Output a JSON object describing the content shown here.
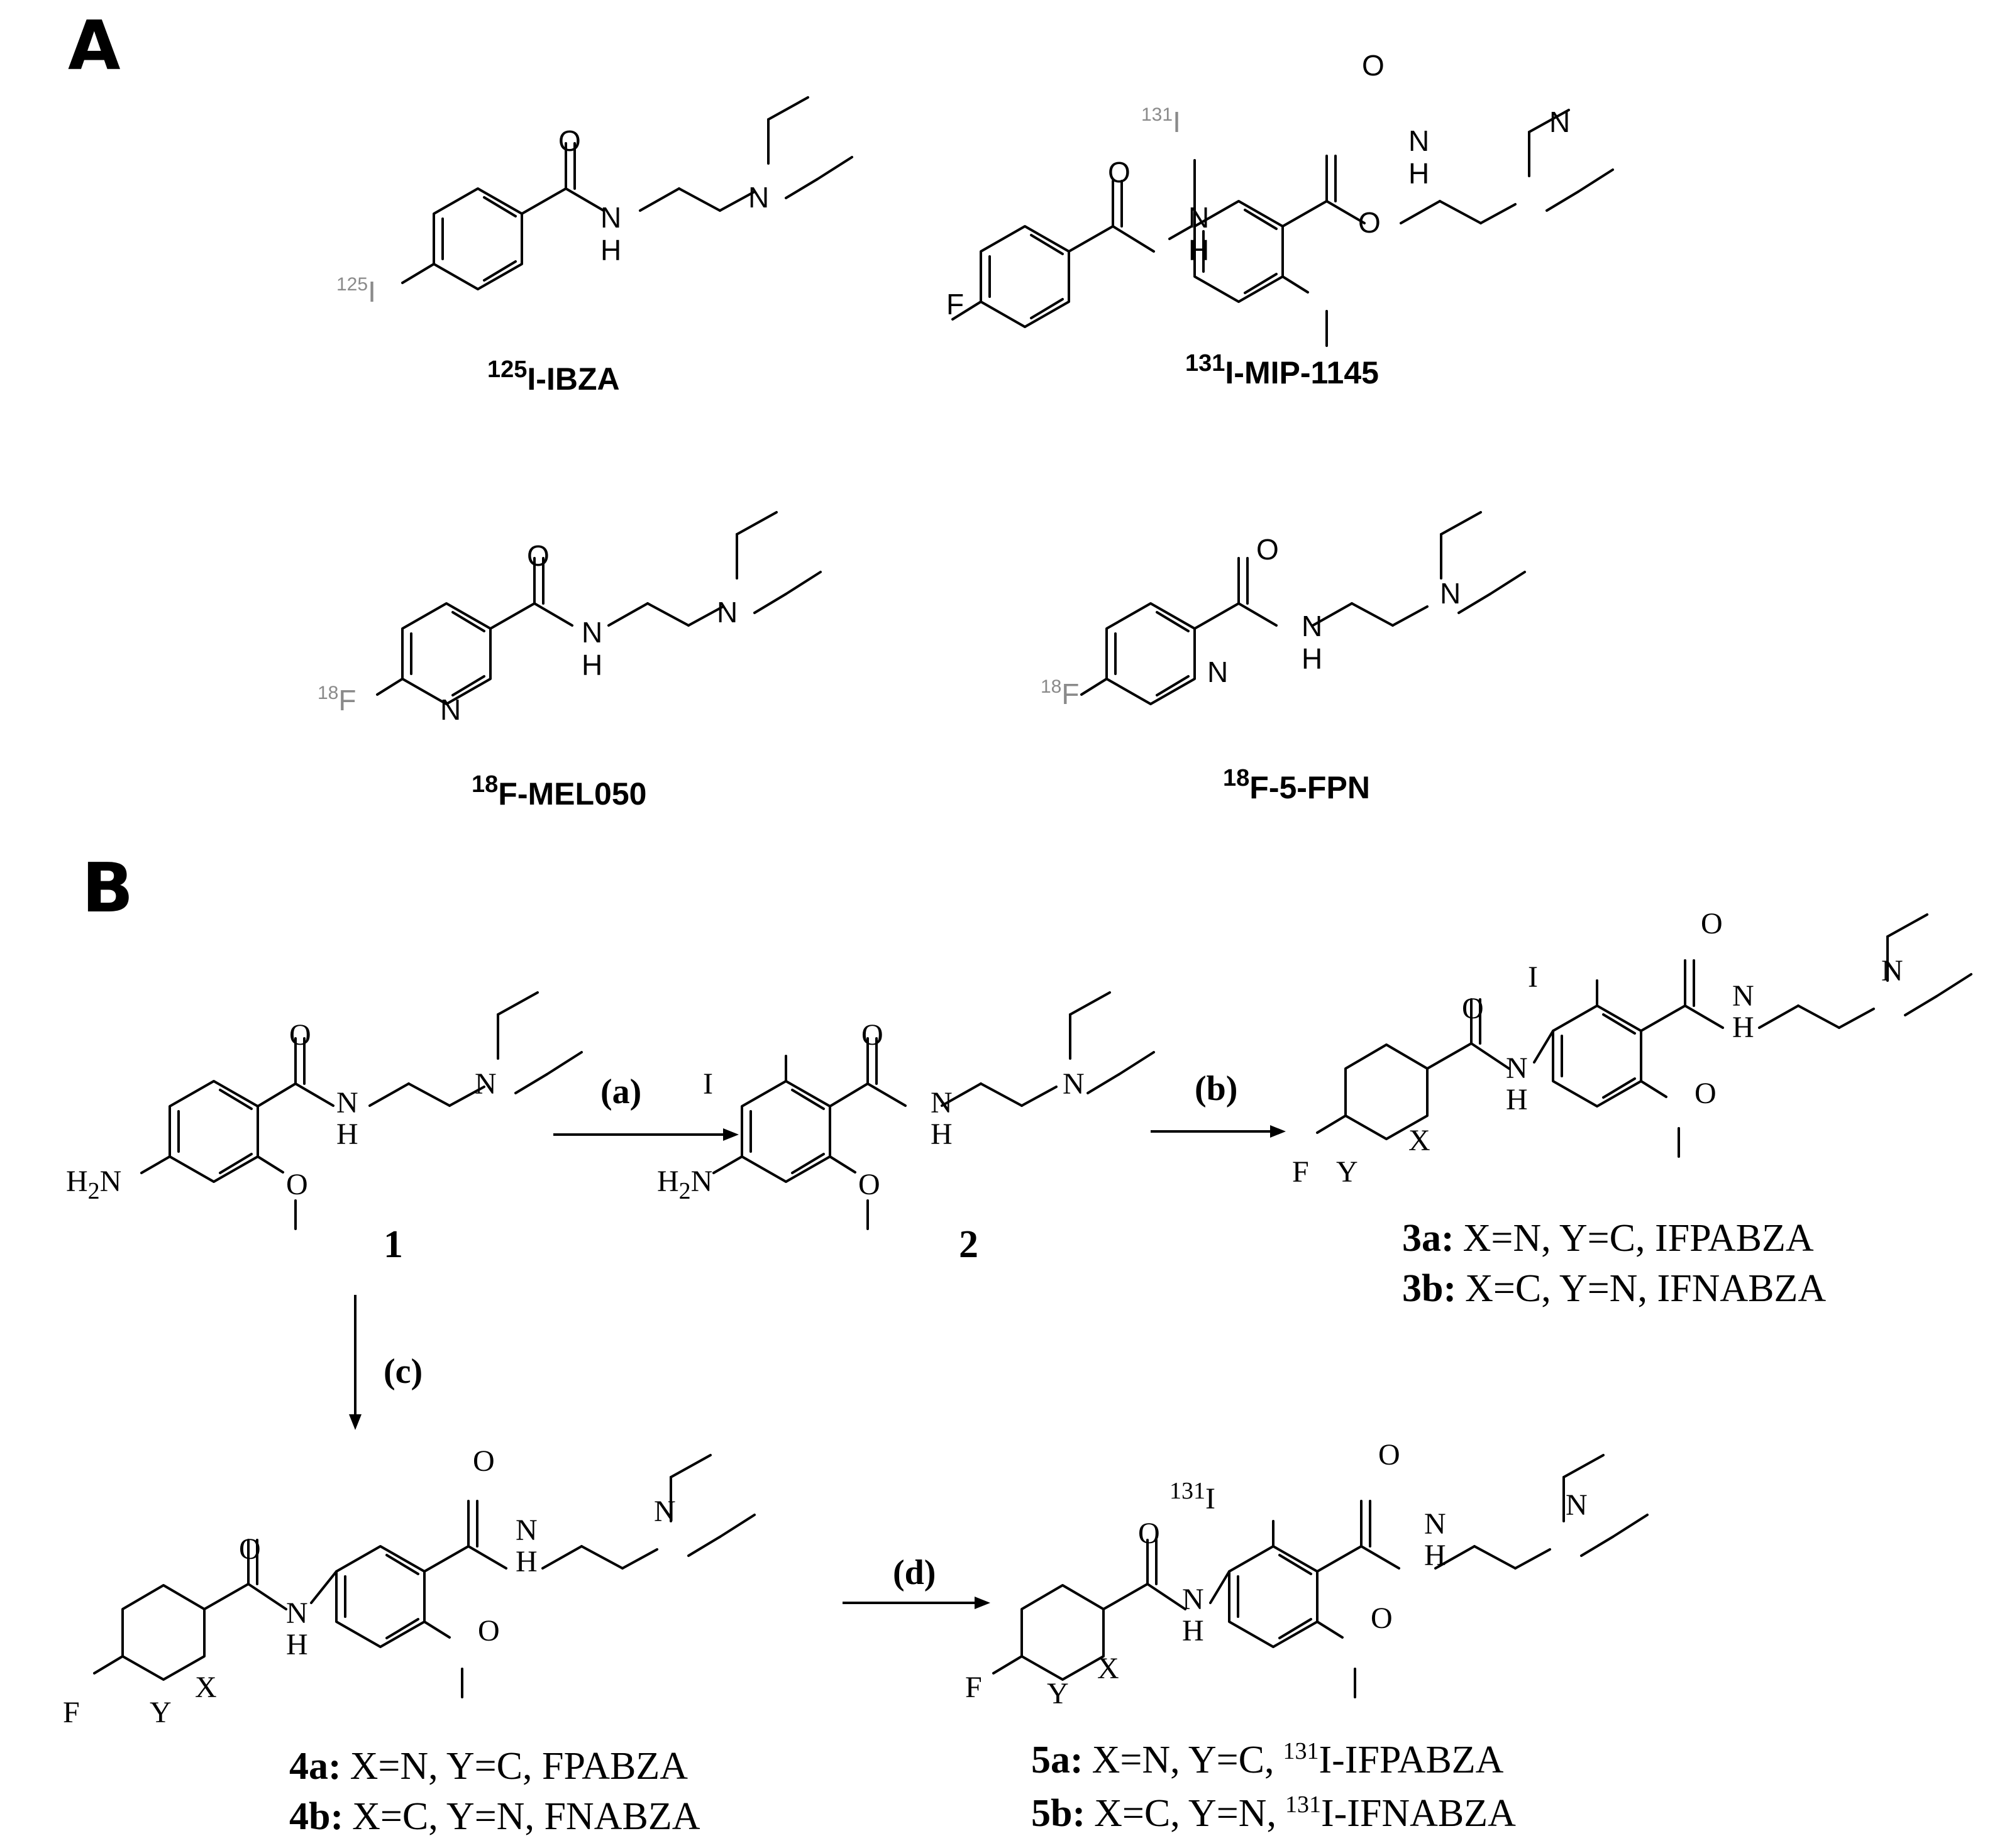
{
  "panels": {
    "a": "A",
    "b": "B"
  },
  "atoms": {
    "O": "O",
    "N": "N",
    "NH_N": "N",
    "NH_H": "H",
    "F": "F",
    "I": "I",
    "H2N_H": "H",
    "H2N_2": "2",
    "H2N_N": "N",
    "X": "X",
    "Y": "Y",
    "iso125": "125",
    "iso131": "131",
    "iso18": "18"
  },
  "panel_a": {
    "c1": {
      "iso": "125",
      "name": "I-IBZA"
    },
    "c2": {
      "iso": "131",
      "name": "I-MIP-1145"
    },
    "c3": {
      "iso": "18",
      "name": "F-MEL050"
    },
    "c4": {
      "iso": "18",
      "name": "F-5-FPN"
    }
  },
  "panel_b": {
    "steps": {
      "a": "(a)",
      "b": "(b)",
      "c": "(c)",
      "d": "(d)"
    },
    "compound_1": "1",
    "compound_2": "2",
    "c3a": {
      "label": "3a:",
      "text": "X=N, Y=C, IFPABZA"
    },
    "c3b": {
      "label": "3b:",
      "text": "X=C, Y=N, IFNABZA"
    },
    "c4a": {
      "label": "4a:",
      "text": "X=N, Y=C, FPABZA"
    },
    "c4b": {
      "label": "4b:",
      "text": "X=C, Y=N, FNABZA"
    },
    "c5a": {
      "label": "5a:",
      "pre": "X=N, Y=C,",
      "iso": "131",
      "post": "I-IFPABZA"
    },
    "c5b": {
      "label": "5b:",
      "pre": "X=C, Y=N,",
      "iso": "131",
      "post": "I-IFNABZA"
    }
  }
}
